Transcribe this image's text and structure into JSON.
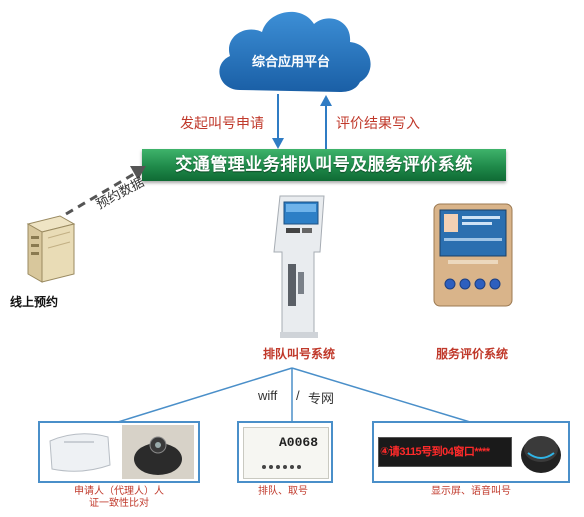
{
  "cloud": {
    "label": "综合应用平台"
  },
  "arrows": {
    "down_label": "发起叫号申请",
    "up_label": "评价结果写入"
  },
  "banner": {
    "title": "交通管理业务排队叫号及服务评价系统"
  },
  "online": {
    "label": "线上预约",
    "data_label": "预约数据"
  },
  "queue_system": {
    "label": "排队叫号系统"
  },
  "evaluation_system": {
    "label": "服务评价系统"
  },
  "network": {
    "wifi": "wiff",
    "separator": "/",
    "private": "专网"
  },
  "panels": [
    {
      "caption_line1": "申请人（代理人）人",
      "caption_line2": "证一致性比对"
    },
    {
      "caption_line1": "排队、取号",
      "ticket_number": "A0068"
    },
    {
      "caption_line1": "显示屏、语音叫号",
      "display_text": "④请3115号到04窗口****"
    }
  ],
  "colors": {
    "cloud": "#1f6fb5",
    "banner": "#1f8a4a",
    "panel_border": "#4a8fc9",
    "red_text": "#c0392b"
  }
}
